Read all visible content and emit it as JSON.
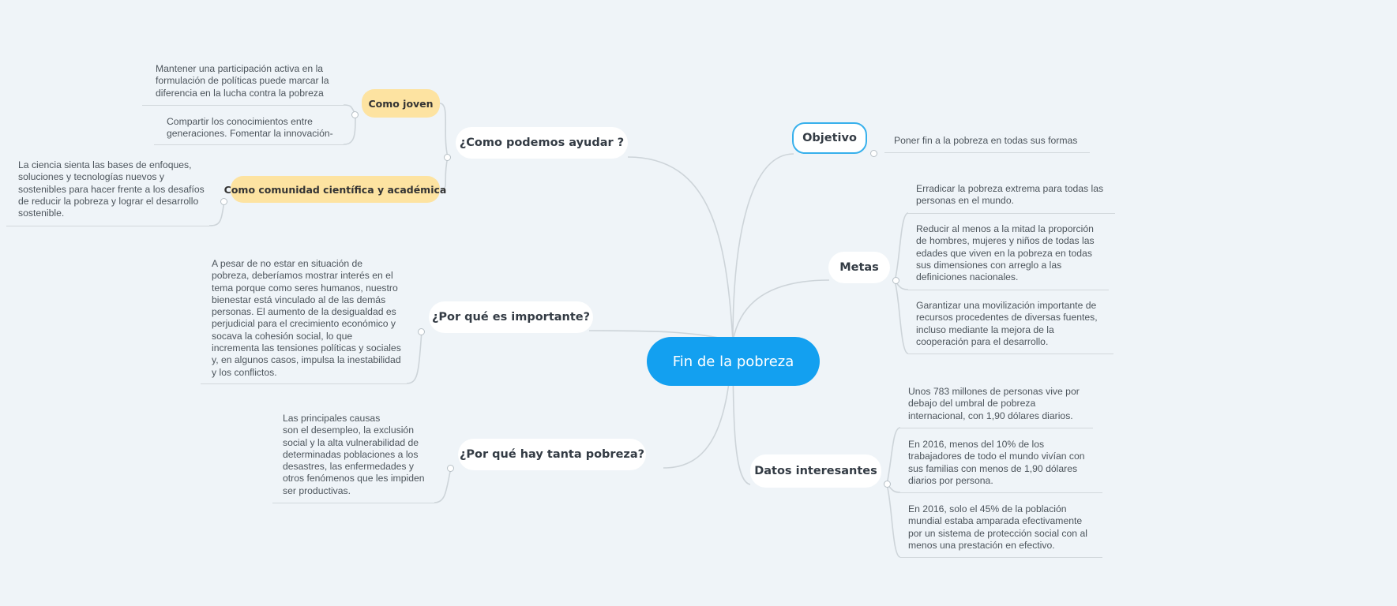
{
  "central": {
    "label": "Fin de la pobreza"
  },
  "branches": {
    "objetivo": {
      "label": "Objetivo",
      "notes": [
        "Poner fin a la pobreza en todas sus formas"
      ]
    },
    "metas": {
      "label": "Metas",
      "notes": [
        "Erradicar la pobreza extrema para todas las\npersonas en el mundo.",
        "Reducir al menos a la mitad la proporción\nde hombres, mujeres y niños de todas las\nedades que viven en la pobreza en todas\nsus dimensiones con arreglo a las\ndefiniciones nacionales.",
        "Garantizar una movilización importante de\nrecursos procedentes de diversas fuentes,\nincluso mediante la mejora de la\ncooperación para el desarrollo."
      ]
    },
    "datos": {
      "label": "Datos interesantes",
      "notes": [
        "Unos 783 millones de personas vive por\ndebajo del umbral de pobreza\ninternacional, con 1,90 dólares diarios.",
        "En 2016, menos del 10% de los\ntrabajadores de todo el mundo vivían con\nsus familias con menos de 1,90 dólares\ndiarios por persona.",
        "En 2016, solo el 45% de la población\nmundial estaba amparada efectivamente\npor un sistema de protección social con al\nmenos una prestación en efectivo."
      ]
    },
    "ayudar": {
      "label": "¿Como podemos ayudar ?",
      "subs": [
        {
          "label": "Como joven",
          "notes": [
            "Mantener una participación activa en la\nformulación de políticas puede  marcar la\ndiferencia en la lucha contra la pobreza",
            "Compartir los conocimientos entre\ngeneraciones. Fomentar la innovación-"
          ]
        },
        {
          "label": "Como comunidad científica y académica",
          "notes": [
            "La ciencia sienta las bases de enfoques,\nsoluciones y tecnologías nuevos y\nsostenibles para hacer frente a los desafíos\nde reducir la pobreza y lograr el desarrollo\nsostenible."
          ]
        }
      ]
    },
    "importante": {
      "label": "¿Por qué es importante?",
      "notes": [
        "A pesar de no estar en situación de\npobreza, deberíamos mostrar interés en el\ntema porque como seres humanos, nuestro\nbienestar está vinculado al de las demás\npersonas. El aumento de la desigualdad es\nperjudicial para el crecimiento económico y\nsocava la cohesión social, lo que\nincrementa las tensiones políticas y sociales\ny, en algunos casos, impulsa la inestabilidad\ny los conflictos."
      ]
    },
    "tanta": {
      "label": "¿Por qué hay tanta pobreza?",
      "notes": [
        "Las principales causas\nson el desempleo, la exclusión\nsocial y la alta vulnerabilidad de\ndeterminadas poblaciones a los\ndesastres, las enfermedades y\notros fenómenos que les impiden\nser productivas."
      ]
    }
  },
  "colors": {
    "background": "#eff4f8",
    "central": "#13a0f0",
    "subtopic": "#fde3a1",
    "selected_border": "#37b0ec",
    "connector": "#cdd4d9"
  }
}
